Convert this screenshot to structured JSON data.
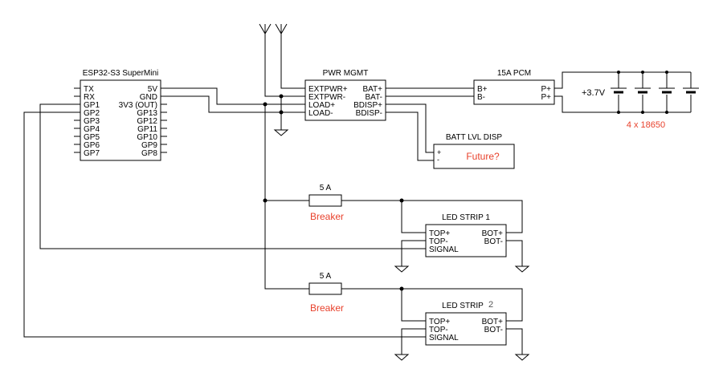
{
  "colors": {
    "wire": "#000000",
    "note": "#e8412c",
    "background": "#ffffff"
  },
  "esp32": {
    "title": "ESP32-S3 SuperMini",
    "left_pins": [
      "TX",
      "RX",
      "GP1",
      "GP2",
      "GP3",
      "GP4",
      "GP5",
      "GP6",
      "GP7"
    ],
    "right_pins": [
      "5V",
      "GND",
      "3V3 (OUT)",
      "GP13",
      "GP12",
      "GP11",
      "GP10",
      "GP9",
      "GP8"
    ]
  },
  "pwr_mgmt": {
    "title": "PWR MGMT",
    "left_pins": [
      "EXTPWR+",
      "EXTPWR-",
      "LOAD+",
      "LOAD-"
    ],
    "right_pins": [
      "BAT+",
      "BAT-",
      "BDISP+",
      "BDISP-"
    ]
  },
  "pcm": {
    "title": "15A PCM",
    "left_pins": [
      "B+",
      "B-"
    ],
    "right_pins": [
      "P+",
      "P+"
    ]
  },
  "battery": {
    "voltage": "+3.7V",
    "note": "4 x 18650"
  },
  "batt_disp": {
    "title": "BATT LVL DISP",
    "pins": [
      "+",
      "-"
    ],
    "note": "Future?"
  },
  "led_strips": [
    {
      "title": "LED STRIP 1",
      "left_pins": [
        "TOP+",
        "TOP-",
        "SIGNAL"
      ],
      "right_pins": [
        "BOT+",
        "BOT-"
      ],
      "breaker_rating": "5 A",
      "breaker_label": "Breaker"
    },
    {
      "title": "LED STRIP",
      "title_num": "2",
      "left_pins": [
        "TOP+",
        "TOP-",
        "SIGNAL"
      ],
      "right_pins": [
        "BOT+",
        "BOT-"
      ],
      "breaker_rating": "5 A",
      "breaker_label": "Breaker"
    }
  ]
}
